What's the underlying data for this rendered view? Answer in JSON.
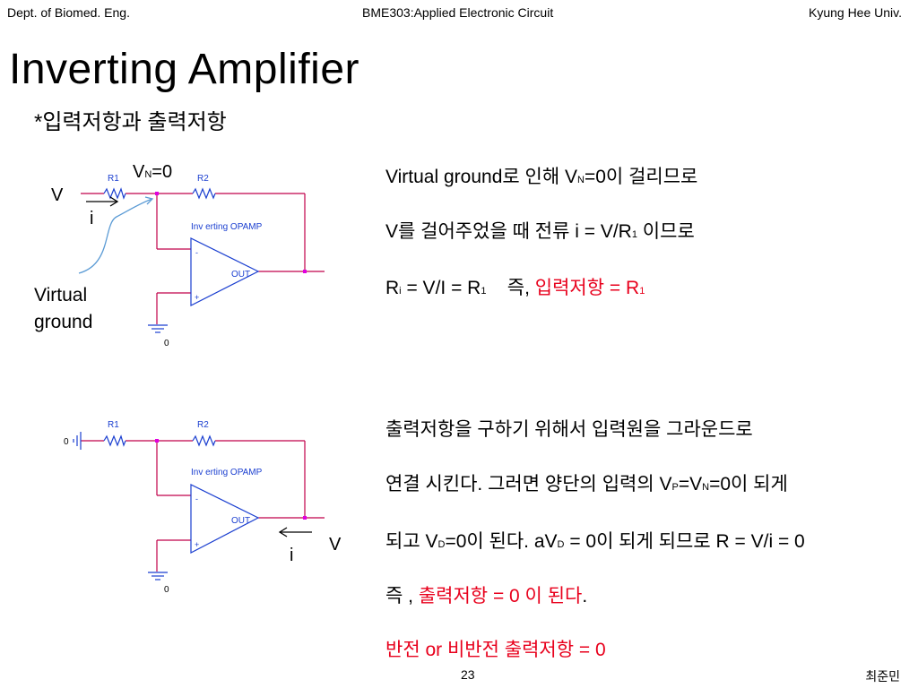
{
  "header": {
    "left": "Dept. of Biomed. Eng.",
    "center": "BME303:Applied Electronic Circuit",
    "right": "Kyung Hee Univ."
  },
  "title": "Inverting Amplifier",
  "subtitle": "*입력저항과 출력저항",
  "colors": {
    "wire": "#c0004a",
    "component": "#1b3fd0",
    "node": "#e000e0",
    "accent": "#e8001c",
    "arrow_curve": "#5b9bd5"
  },
  "circuit1": {
    "r1": "R1",
    "r2": "R2",
    "vn": "V",
    "vn_sub": "N",
    "vn_eq": "=0",
    "v": "V",
    "i": "i",
    "opamp": "Inv erting OPAMP",
    "out": "OUT",
    "minus": "-",
    "plus": "+",
    "ground": "0",
    "virtual_ground_1": "Virtual",
    "virtual_ground_2": "ground"
  },
  "circuit2": {
    "r1": "R1",
    "r2": "R2",
    "opamp": "Inv erting OPAMP",
    "out": "OUT",
    "minus": "-",
    "plus": "+",
    "ground": "0",
    "left_ground": "0",
    "v": "V",
    "i": "i"
  },
  "text1": {
    "l1a": "Virtual ground로 인해  V",
    "l1sub": "N",
    "l1b": "=0이 걸리므로",
    "l2a": "V를 걸어주었을 때 전류 i = V/R",
    "l2sub": "1",
    "l2b": " 이므로",
    "l3a": "R",
    "l3sub_i": "i",
    "l3b": " = V/I = R",
    "l3sub1": "1",
    "l3c": "    즉, ",
    "l3red": "입력저항 = R",
    "l3redsub": "1"
  },
  "text2": {
    "l1": "출력저항을 구하기 위해서 입력원을 그라운드로",
    "l2a": "연결 시킨다. 그러면 양단의 입력의 V",
    "l2sub_p": "P",
    "l2b": "=V",
    "l2sub_n": "N",
    "l2c": "=0이 되게",
    "l3a": "되고 V",
    "l3sub_d": "D",
    "l3b": "=0이 된다. aV",
    "l3sub_d2": "D",
    "l3c": " = 0이 되게 되므로 R = V/i = 0",
    "l4a": "즉 , ",
    "l4red": "출력저항 = 0 이 된다",
    "l4b": ".",
    "l5red": "반전 or 비반전 출력저항 = 0"
  },
  "footer": {
    "page": "23",
    "author": "최준민"
  }
}
